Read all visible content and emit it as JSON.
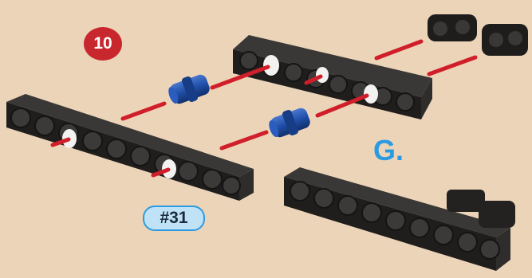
{
  "step": {
    "number": "10"
  },
  "part_label": {
    "text": "#31"
  },
  "group_label": {
    "text": "G."
  },
  "colors": {
    "background": "#ecd4b9",
    "beam": "#222120",
    "connector_blue": "#1f4fa8",
    "guide_line": "#d01e2a",
    "step_badge": "#c8282d",
    "label_blue": "#2a9be0"
  },
  "parts": [
    "long-beam-left",
    "long-beam-top",
    "long-beam-bottom-right",
    "blue-connector",
    "black-connector"
  ]
}
